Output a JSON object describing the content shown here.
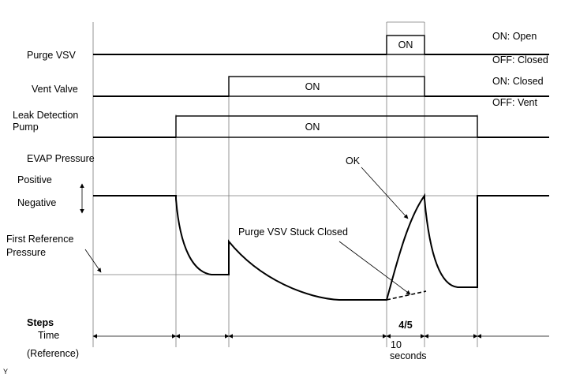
{
  "signals": {
    "purge_vsv": {
      "label": "Purge VSV",
      "state": "ON",
      "on_meaning": "ON: Open",
      "off_meaning": "OFF: Closed"
    },
    "vent_valve": {
      "label": "Vent Valve",
      "state": "ON",
      "on_meaning": "ON: Closed",
      "off_meaning": "OFF: Vent"
    },
    "leak_pump": {
      "label_line1": "Leak Detection",
      "label_line2": "Pump",
      "state": "ON"
    }
  },
  "evap": {
    "label": "EVAP Pressure",
    "positive": "Positive",
    "negative": "Negative",
    "first_ref_line1": "First Reference",
    "first_ref_line2": "Pressure",
    "ok_label": "OK",
    "stuck_label": "Purge VSV Stuck Closed"
  },
  "timeline": {
    "steps_label": "Steps",
    "time_label": "Time",
    "reference_label": "(Reference)",
    "step_value": "4/5",
    "duration_line1": "10",
    "duration_line2": "seconds"
  },
  "footer": {
    "mark": "Y"
  }
}
